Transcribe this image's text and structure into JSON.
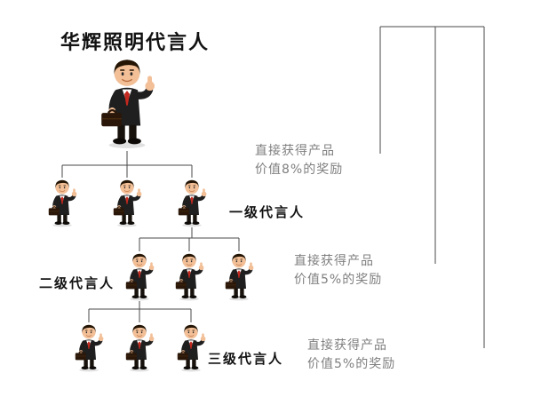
{
  "title": "华辉照明代言人",
  "levels": [
    {
      "label": "一级代言人",
      "member_count": 3
    },
    {
      "label": "二级代言人",
      "member_count": 3
    },
    {
      "label": "三级代言人",
      "member_count": 3
    }
  ],
  "rewards": [
    {
      "line1": "直接获得产品",
      "line2": "价值8%的奖励"
    },
    {
      "line1": "直接获得产品",
      "line2": "价值5%的奖励"
    },
    {
      "line1": "直接获得产品",
      "line2": "价值5%的奖励"
    }
  ],
  "colors": {
    "line": "#4a4a4a",
    "title_text": "#121212",
    "label_text": "#121212",
    "reward_text": "#7f7f7f",
    "suit": "#1f1f1f",
    "skin": "#f2bf97",
    "tie": "#c4281e",
    "hair": "#241505",
    "briefcase": "#2a1709",
    "shoe": "#0d0a07",
    "leg": "#18120c"
  }
}
